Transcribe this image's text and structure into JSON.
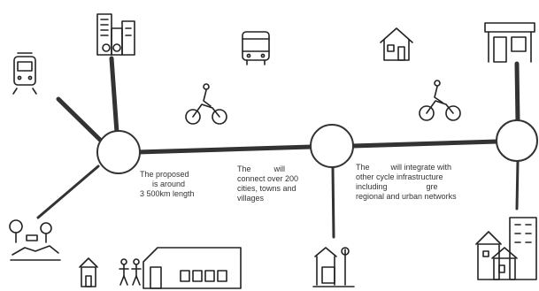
{
  "captions": {
    "first": [
      "The proposed",
      "is around",
      "3 500km length"
    ],
    "second": [
      "The",
      "will",
      "connect over 200",
      "cities, towns and",
      "villages"
    ],
    "third": [
      "The",
      "will integrate with",
      "other cycle infrastructure",
      "including",
      "gre",
      "regional and urban networks"
    ]
  },
  "icons": [
    "train-icon",
    "city-buildings-icon",
    "bus-icon",
    "house-icon",
    "shop-icon",
    "cyclist-icon",
    "cyclist-icon",
    "park-icon",
    "people-icon",
    "school-icon",
    "playground-icon",
    "apartments-icon"
  ],
  "colors": {
    "line": "#333333",
    "node_fill": "#ffffff",
    "icon": "#222222"
  }
}
